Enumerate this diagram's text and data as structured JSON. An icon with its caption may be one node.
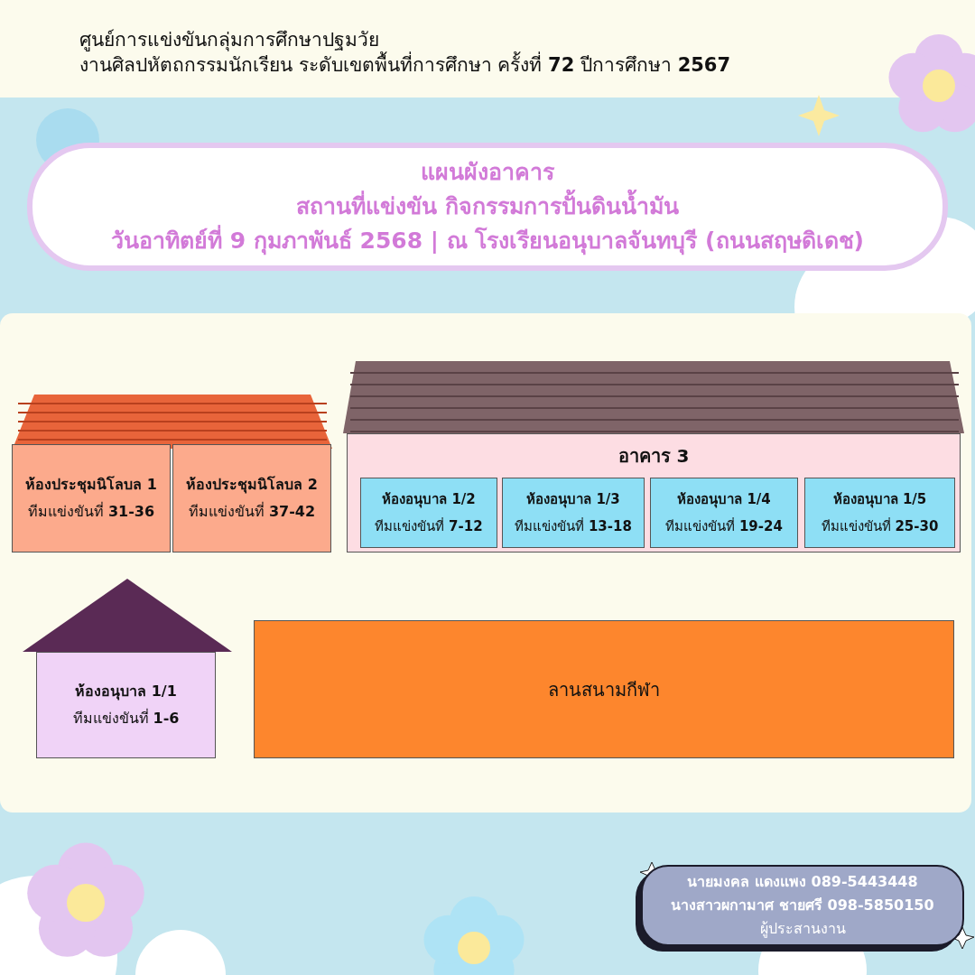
{
  "diagram": {
    "nodes": [
      {
        "text": [
          "แผนผังอาคาร",
          "สถานที่แข่งขัน กิจกรรมการปั้นดินน้ำมัน",
          "วันอาทิตย์ที่ 9 กุมภาพันธ์ 2568 | ณ โรงเรียนอนุบาลจันทบุรี (ถนนสฤษดิเดช)"
        ]
      },
      {
        "text": [
          "ห้องประชุมนิโลบล 1",
          "ทีมแข่งขันที่ **31-36**"
        ]
      },
      {
        "text": [
          "ห้องประชุมนิโลบล 2",
          "ทีมแข่งขันที่ **37-42**"
        ]
      },
      {
        "text": [
          "อาคาร 3"
        ]
      },
      {
        "text": [
          "ห้องอนุบาล 1/2",
          "ทีมแข่งขันที่ **7-12**"
        ],
        "in": 3
      },
      {
        "text": [
          "ห้องอนุบาล 1/3",
          "ทีมแข่งขันที่ **13-18**"
        ],
        "in": 3
      },
      {
        "text": [
          "ห้องอนุบาล 1/4",
          "ทีมแข่งขันที่ **19-24**"
        ],
        "in": 3
      },
      {
        "text": [
          "ห้องอนุบาล 1/5",
          "ทีมแข่งขันที่ **25-30**"
        ],
        "in": 3
      },
      {
        "text": [
          "ห้องอนุบาล 1/1",
          "ทีมแข่งขันที่ **1-6**"
        ]
      },
      {
        "text": [
          "ลานสนามกีฬา"
        ]
      },
      {
        "text": [
          "นายมงคล แดงแพง 089-5443448",
          "นางสาวผกามาศ ชายศรี 098-5850150",
          "ผู้ประสานงาน"
        ]
      }
    ],
    "labels": [
      "ศูนย์การแข่งขันกลุ่มการศึกษาปฐมวัย",
      "งานศิลปหัตถกรรมนักเรียน ระดับเขตพื้นที่การศึกษา ครั้งที่ **72** ปีการศึกษา **2567**"
    ]
  }
}
